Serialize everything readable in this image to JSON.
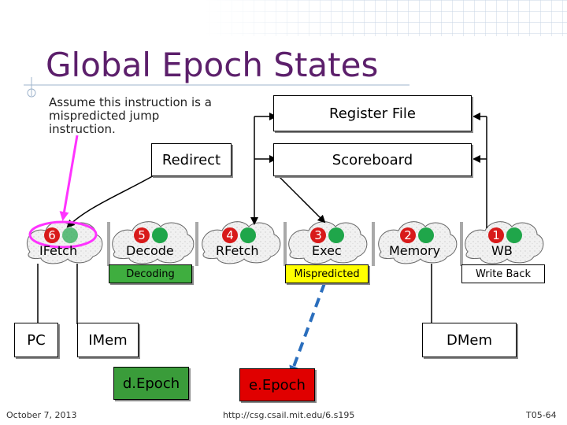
{
  "title": "Global Epoch States",
  "note": "Assume this instruction is a mispredicted jump instruction.",
  "boxes": {
    "register_file": "Register File",
    "scoreboard": "Scoreboard",
    "redirect": "Redirect",
    "pc": "PC",
    "imem": "IMem",
    "dmem": "DMem",
    "depoch": "d.Epoch",
    "eepoch": "e.Epoch"
  },
  "stages": [
    {
      "num": "6",
      "name": "IFetch"
    },
    {
      "num": "5",
      "name": "Decode"
    },
    {
      "num": "4",
      "name": "RFetch"
    },
    {
      "num": "3",
      "name": "Exec"
    },
    {
      "num": "2",
      "name": "Memory"
    },
    {
      "num": "1",
      "name": "WB"
    }
  ],
  "status_labels": {
    "decoding": "Decoding",
    "mispredicted": "Mispredicted",
    "write_back": "Write Back"
  },
  "footer": {
    "date": "October 7, 2013",
    "url": "http://csg.csail.mit.edu/6.s195",
    "slide": "T05-64"
  },
  "colors": {
    "title": "#5c1f6b",
    "badge_red": "#d81a1a",
    "badge_green": "#1fa64a",
    "epoch_red": "#e00000",
    "depoch_green": "#3a9c3a",
    "decoding_green": "#3fae3f",
    "mispredicted_yellow": "#ffff00",
    "highlight_magenta": "#ff33ff",
    "dashed_arrow_blue": "#2a6ebd"
  }
}
